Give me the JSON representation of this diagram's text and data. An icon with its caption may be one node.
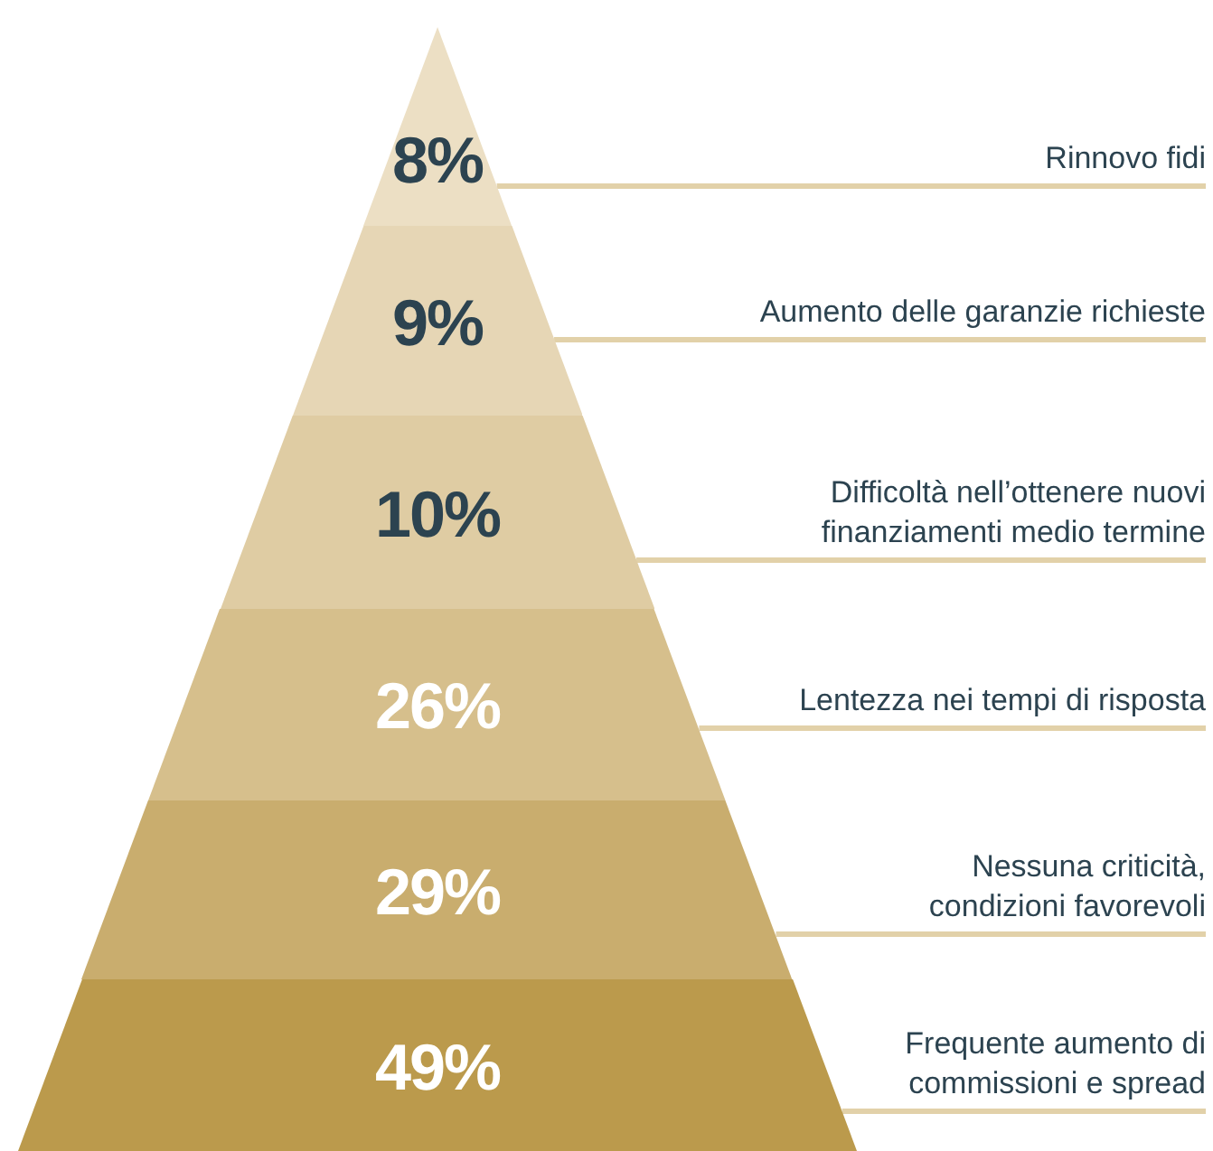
{
  "diagram": {
    "nodes": [
      {
        "text": [
          "8%"
        ]
      },
      {
        "text": [
          "9%"
        ]
      },
      {
        "text": [
          "10%"
        ]
      },
      {
        "text": [
          "26%"
        ]
      },
      {
        "text": [
          "29%"
        ]
      },
      {
        "text": [
          "49%"
        ]
      },
      {
        "text": [
          "Rinnovo fidi"
        ]
      },
      {
        "text": [
          "Aumento delle garanzie richieste"
        ]
      },
      {
        "text": [
          "Difficoltà nell’ottenere nuovi finanziamenti medio termine"
        ]
      },
      {
        "text": [
          "Lentezza nei tempi di risposta"
        ]
      },
      {
        "text": [
          "Nessuna criticità, condizioni favorevoli"
        ]
      },
      {
        "text": [
          "Frequente aumento di commissioni e spread"
        ]
      }
    ],
    "edges": [
      {
        "from": 6,
        "to": 0,
        "arrow": "none"
      },
      {
        "from": 7,
        "to": 1,
        "arrow": "none"
      },
      {
        "from": 8,
        "to": 2,
        "arrow": "none"
      },
      {
        "from": 9,
        "to": 3,
        "arrow": "none"
      },
      {
        "from": 10,
        "to": 4,
        "arrow": "none"
      },
      {
        "from": 11,
        "to": 5,
        "arrow": "none"
      }
    ]
  }
}
